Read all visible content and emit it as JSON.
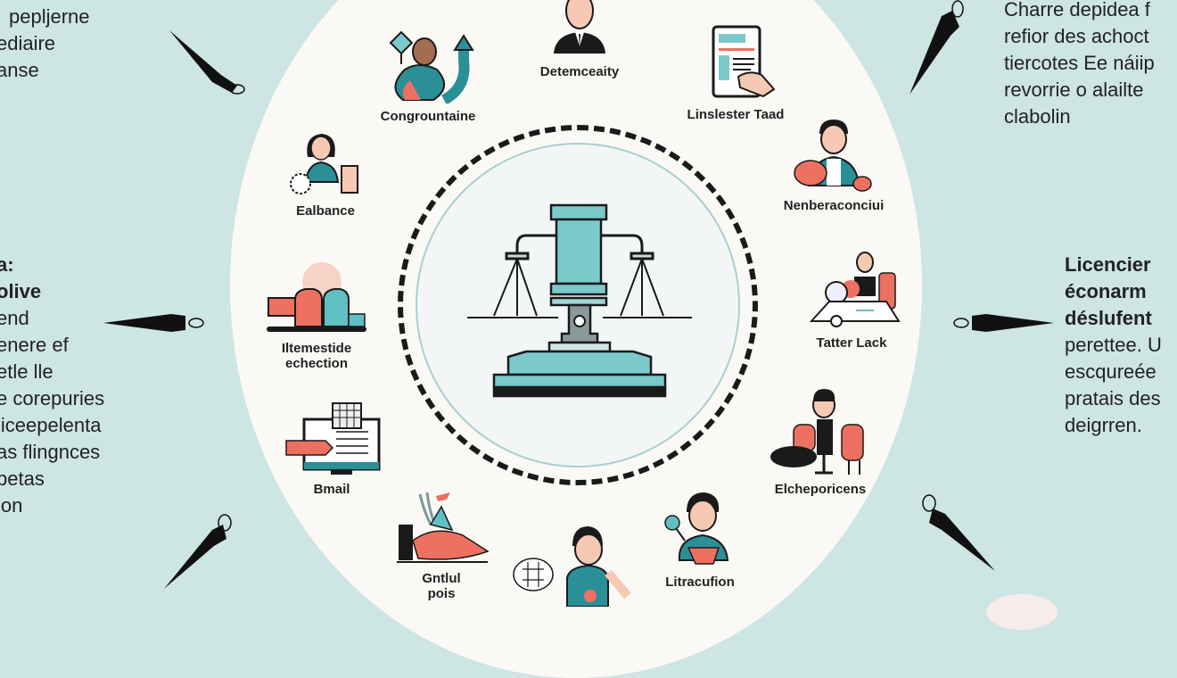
{
  "diagram": {
    "center": {
      "icon": "scales-of-justice-icon"
    },
    "nodes": [
      {
        "id": "top",
        "label": "Detemceaity",
        "icon": "businessman-icon"
      },
      {
        "id": "top-left",
        "label": "Congrountaine",
        "icon": "person-growth-icon"
      },
      {
        "id": "top-right",
        "label": "Linslester Taad",
        "icon": "document-hand-icon"
      },
      {
        "id": "left-upper",
        "label": "Ealbance",
        "icon": "woman-gear-icon"
      },
      {
        "id": "right-upper",
        "label": "Nenberaconciui",
        "icon": "man-boxing-icon"
      },
      {
        "id": "left-mid",
        "label": "Iltemestide echection",
        "icon": "bottles-icon"
      },
      {
        "id": "right-mid",
        "label": "Tatter Lack",
        "icon": "man-desk-icon"
      },
      {
        "id": "left-lower",
        "label": "Bmail",
        "icon": "computer-icon"
      },
      {
        "id": "right-lower",
        "label": "Elcheporicens",
        "icon": "man-chairs-icon"
      },
      {
        "id": "bottom-left",
        "label": "Gntlul pois",
        "icon": "hand-tool-icon"
      },
      {
        "id": "bottom",
        "label": "",
        "icon": "person-ball-icon"
      },
      {
        "id": "bottom-right",
        "label": "Litracufion",
        "icon": "person-box-icon"
      }
    ]
  },
  "side_text": {
    "top_left": [
      "pepljerne",
      "ediaire",
      "anse"
    ],
    "top_right": [
      "Charre depidea f",
      "refior des achoct",
      "tiercotes Ee náiip",
      "revorrie o alailte",
      "clabolin"
    ],
    "mid_left_title": [
      "a:",
      "olive"
    ],
    "mid_left_body": [
      "end",
      "enere ef",
      "etle lle",
      "e corepuries",
      "liceepelenta",
      "as flingnces",
      "petas",
      "ion"
    ],
    "mid_right_title": [
      "Licencier",
      "éconarm",
      "déslufent"
    ],
    "mid_right_body": [
      "perettee. U",
      "escqureée",
      "pratais des",
      "deigrren."
    ]
  },
  "colors": {
    "background": "#cde5e3",
    "circle": "#fbf9f5",
    "teal": "#5fbfc4",
    "coral": "#ee7060",
    "skin": "#f6c9b4",
    "ink": "#1a1a1a"
  }
}
